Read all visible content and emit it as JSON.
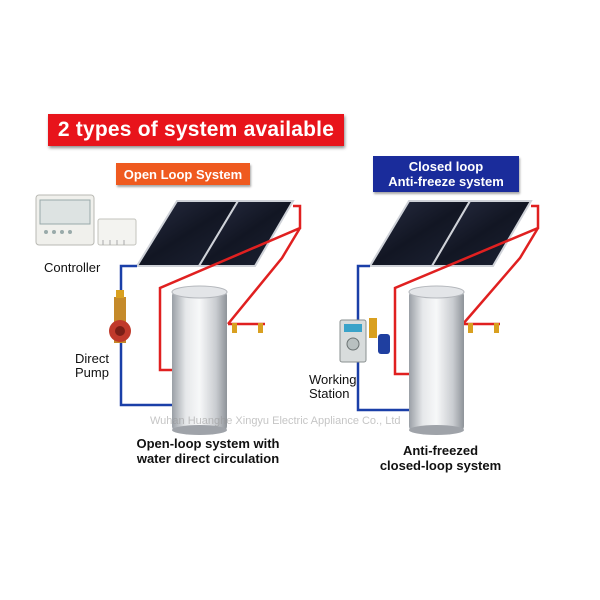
{
  "banner": {
    "title": "2 types of system available"
  },
  "open_loop": {
    "label": "Open Loop System",
    "controller_label": "Controller",
    "pump_label_line1": "Direct",
    "pump_label_line2": "Pump",
    "caption_line1": "Open-loop system with",
    "caption_line2": "water direct circulation"
  },
  "closed_loop": {
    "label_line1": "Closed loop",
    "label_line2": "Anti-freeze system",
    "station_label_line1": "Working",
    "station_label_line2": "Station",
    "caption_line1": "Anti-freezed",
    "caption_line2": "closed-loop system"
  },
  "watermark": "Wuhan Huanghe Xingyu Electric Appliance Co., Ltd",
  "colors": {
    "banner_red": "#e8141b",
    "open_orange": "#ef5a1f",
    "closed_blue": "#1a2c9b",
    "hot_pipe": "#e02020",
    "cold_pipe": "#1a3fa8"
  }
}
